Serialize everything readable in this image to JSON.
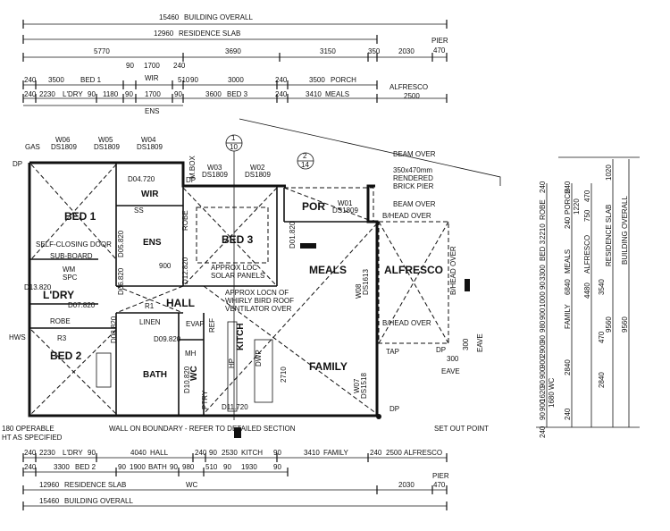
{
  "top_dims": {
    "row1": [
      "15460",
      "BUILDING OVERALL"
    ],
    "row2": [
      "12960",
      "RESIDENCE SLAB"
    ],
    "row3": [
      "5770",
      "3690",
      "3150",
      "350",
      "2030",
      "PIER",
      "470"
    ],
    "row4a": [
      "3500",
      "BED 1",
      "90",
      "1700",
      "240",
      "WIR",
      "510",
      "90",
      "3000",
      "240",
      "3500",
      "PORCH",
      "ALFRESCO"
    ],
    "row4b": [
      "240",
      "2230",
      "L'DRY",
      "90",
      "1180",
      "90",
      "1700",
      "90",
      "3600",
      "BED 3",
      "240",
      "3410",
      "MEALS",
      "2500"
    ],
    "row5": [
      "240",
      "ENS"
    ]
  },
  "bottom_dims": {
    "row1": [
      "240",
      "2230",
      "L'DRY",
      "90",
      "4040",
      "HALL",
      "240",
      "90",
      "2530",
      "KITCH",
      "90",
      "3410",
      "FAMILY",
      "240",
      "2500",
      "ALFRESCO"
    ],
    "row2": [
      "240",
      "3300",
      "BED 2",
      "90",
      "1900",
      "BATH",
      "90",
      "980",
      "510",
      "90",
      "1930",
      "90"
    ],
    "row3": [
      "12960",
      "RESIDENCE SLAB",
      "WC",
      "2030",
      "PIER",
      "470"
    ],
    "row4": [
      "15460",
      "BUILDING OVERALL"
    ]
  },
  "rooms": {
    "bed1": "BED 1",
    "wir": "WIR",
    "ens": "ENS",
    "bed3": "BED 3",
    "por": "POR",
    "meals": "MEALS",
    "alfresco": "ALFRESCO",
    "ldry": "L'DRY",
    "hall": "HALL",
    "bed2": "BED 2",
    "bath": "BATH",
    "wc": "WC",
    "kitch": "KITCH",
    "family": "FAMILY",
    "robe": "ROBE",
    "linen": "LINEN",
    "evap": "EVAP",
    "mh": "MH",
    "robe_v": "ROBE"
  },
  "windows": {
    "w06": "W06",
    "w05": "W05",
    "w04": "W04",
    "ds": "DS1809",
    "w03": "W03",
    "w02": "W02",
    "w01": "W01",
    "ds1": "DS1809",
    "w08": "W08",
    "ds2": "DS1613",
    "w07": "W07",
    "ds3": "DS1518"
  },
  "doors": {
    "d04": "D04.720",
    "d01": "D01.820",
    "d05": "D05.820",
    "d06": "D06.820",
    "d13": "D13.820",
    "d07": "D07.820",
    "d08": "D08.820",
    "d09": "D09.820",
    "d10": "D10.820",
    "d11": "D11.720",
    "d12": "D12.820"
  },
  "annotations": {
    "gas": "GAS",
    "dp": "DP",
    "mbox": "M.BOX",
    "beam_over": "BEAM OVER",
    "pier1": "350x470mm",
    "pier2": "RENDERED",
    "pier3": "BRICK PIER",
    "beam_over2": "BEAM OVER",
    "bhead1": "B/HEAD OVER",
    "bhead2": "B/HEAD OVER",
    "bhead3": "B/HEAD OVER",
    "self_closing": "SELF-CLOSING DOOR",
    "sub_board": "SUB-BOARD",
    "wm": "WM",
    "spc": "SPC",
    "solar1": "APPROX LOC",
    "solar2": "SOLAR PANELS",
    "whirly1": "APPROX LOCN OF",
    "whirly2": "WHIRLY BIRD ROOF",
    "whirly3": "VENTILATOR OVER",
    "tap": "TAP",
    "eave": "EAVE",
    "eave_dim": "300",
    "eave2": "EAVE",
    "eave2_dim": "300",
    "hws": "HWS",
    "r3": "R3",
    "r1": "R1",
    "ss": "SS",
    "s900": "900",
    "ptry": "PTRY",
    "rfc": "REF",
    "hp": "HP",
    "dwp": "DWP",
    "cab": "2710",
    "set_out": "SET OUT POINT",
    "boundary": "WALL ON BOUNDARY  -  REFER TO DETAILED SECTION",
    "op1": "180 OPERABLE",
    "op2": "HT AS SPECIFIED",
    "sec1_top": "1",
    "sec1_bot": "10",
    "sec2_top": "2",
    "sec2_bot": "14"
  },
  "right_dims": {
    "col1": [
      "240",
      "1680",
      "WC",
      "90",
      "900",
      "1620",
      "90",
      "900",
      "900",
      "2900",
      "90",
      "980",
      "900",
      "1000",
      "90",
      "3300",
      "BED 3",
      "2210",
      "ROBE",
      "240"
    ],
    "col2": [
      "240",
      "2840",
      "FAMILY",
      "6840",
      "MEALS",
      "240",
      "1220",
      "PORCH"
    ],
    "col3": [
      "2840",
      "470",
      "3540",
      "4480",
      "ALFRESCO",
      "750",
      "470"
    ],
    "col4": [
      "9560",
      "RESIDENCE SLAB"
    ],
    "col5": [
      "9560",
      "BUILDING OVERALL",
      "1020"
    ]
  }
}
